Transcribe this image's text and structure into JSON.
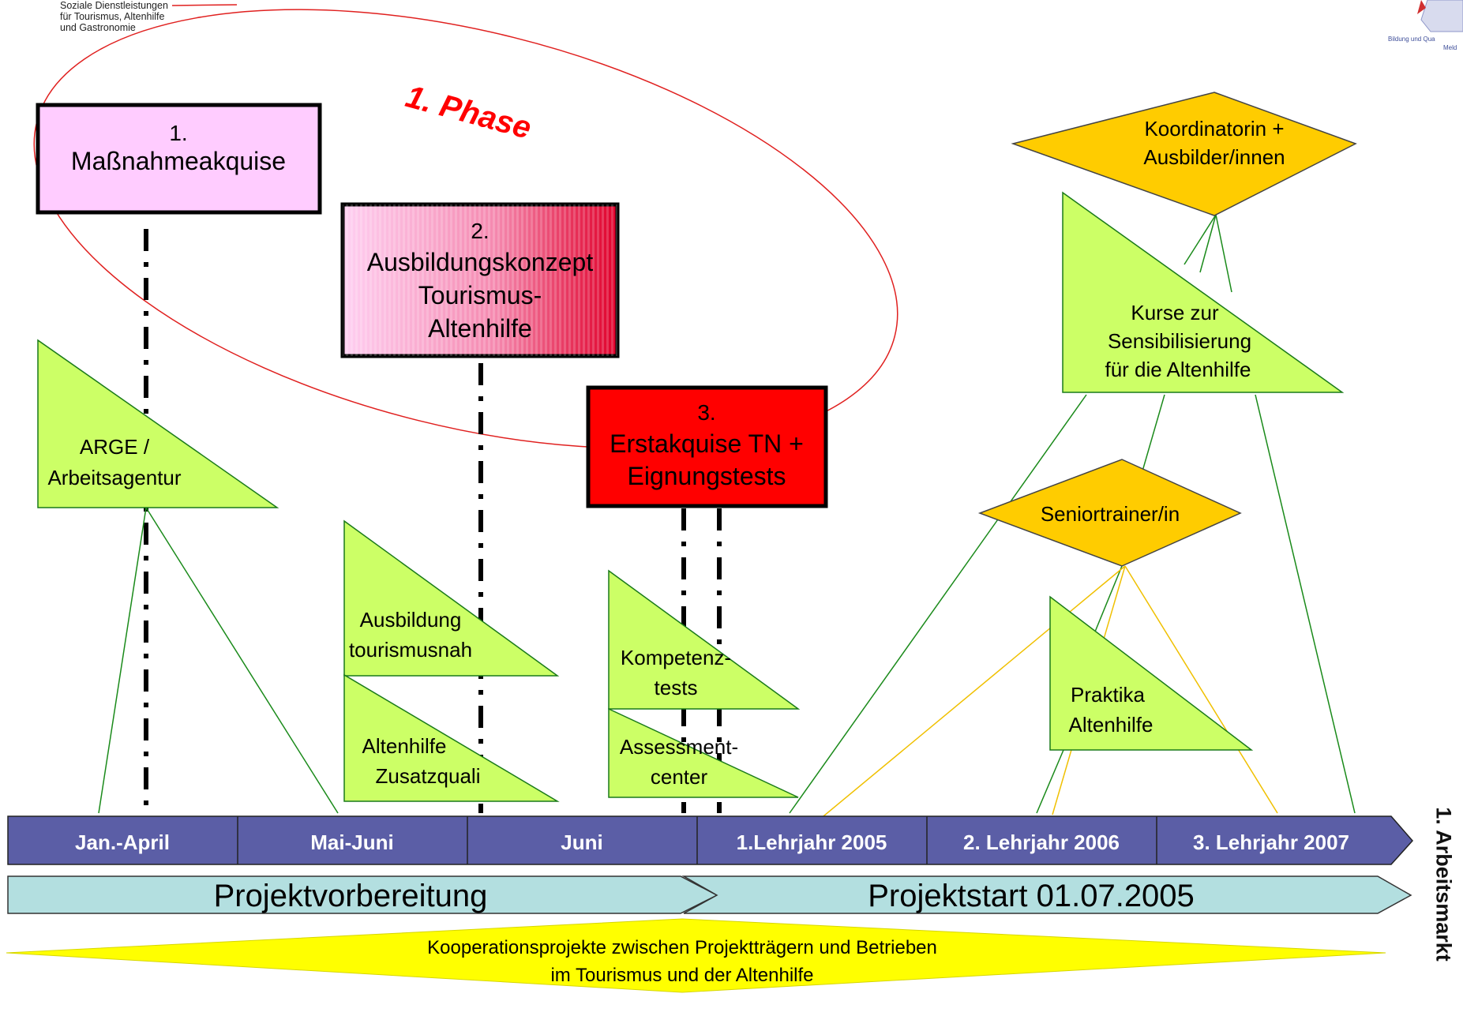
{
  "header": {
    "organization_lines": [
      "Soziale Dienstleistungen",
      "für Tourismus, Altenhilfe",
      "und Gastronomie"
    ],
    "logo_caption_line1": "Bildung und Qua",
    "logo_caption_line2": "Meld"
  },
  "phase_label": "1. Phase",
  "steps": [
    {
      "number": "1.",
      "lines": [
        "Maßnahmeakquise"
      ]
    },
    {
      "number": "2.",
      "lines": [
        "Ausbildungskonzept",
        "Tourismus-",
        "Altenhilfe"
      ]
    },
    {
      "number": "3.",
      "lines": [
        "Erstakquise TN +",
        "Eignungstests"
      ]
    }
  ],
  "triangles": {
    "arge": [
      "ARGE /",
      "Arbeitsagentur"
    ],
    "ausbildung": [
      "Ausbildung",
      "tourismusnah"
    ],
    "altenhilfe_zusatz": [
      "Altenhilfe",
      "Zusatzquali"
    ],
    "kompetenz": [
      "Kompetenz-",
      "tests"
    ],
    "assessment": [
      "Assessment-",
      "center"
    ],
    "kurse": [
      "Kurse zur",
      "Sensibilisierung",
      "für  die Altenhilfe"
    ],
    "praktika": [
      "Praktika",
      "Altenhilfe"
    ]
  },
  "diamonds": {
    "koordinatorin": [
      "Koordinatorin +",
      "Ausbilder/innen"
    ],
    "seniortrainer": [
      "Seniortrainer/in"
    ]
  },
  "timeline": [
    "Jan.-April",
    "Mai-Juni",
    "Juni",
    "1.Lehrjahr 2005",
    "2. Lehrjahr 2006",
    "3. Lehrjahr 2007"
  ],
  "phases": {
    "left": "Projektvorbereitung",
    "right": "Projektstart 01.07.2005"
  },
  "cooperation": [
    "Kooperationsprojekte zwischen Projektträgern und Betrieben",
    "im Tourismus und der Altenhilfe"
  ],
  "side_label": "1. Arbeitsmarkt",
  "colors": {
    "triangle_fill": "#ccff66",
    "diamond_fill": "#ffcc00",
    "timeline_fill": "#5b5ea6",
    "phase_band_fill": "#b3dfe0",
    "cooperation_fill": "#ffff00",
    "ellipse_stroke": "#e0201f",
    "step1_fill": "#ffccff",
    "step3_fill": "#ff0000"
  }
}
